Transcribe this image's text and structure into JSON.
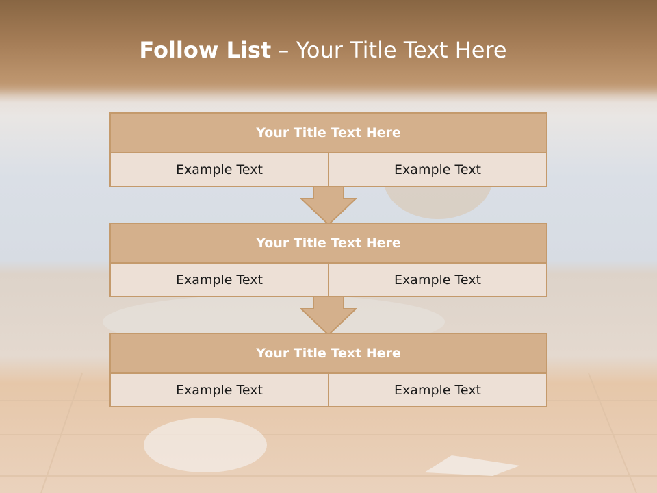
{
  "slide": {
    "title_bold": "Follow List",
    "title_rest": " – Your Title Text Here"
  },
  "steps": [
    {
      "title": "Your Title Text Here",
      "left": "Example Text",
      "right": "Example Text"
    },
    {
      "title": "Your Title Text Here",
      "left": "Example Text",
      "right": "Example Text"
    },
    {
      "title": "Your Title Text Here",
      "left": "Example Text",
      "right": "Example Text"
    }
  ],
  "colors": {
    "header": "#a47c56",
    "block_title": "#d4b08c",
    "block_cell": "#ede0d6",
    "border": "#c49a6c"
  }
}
